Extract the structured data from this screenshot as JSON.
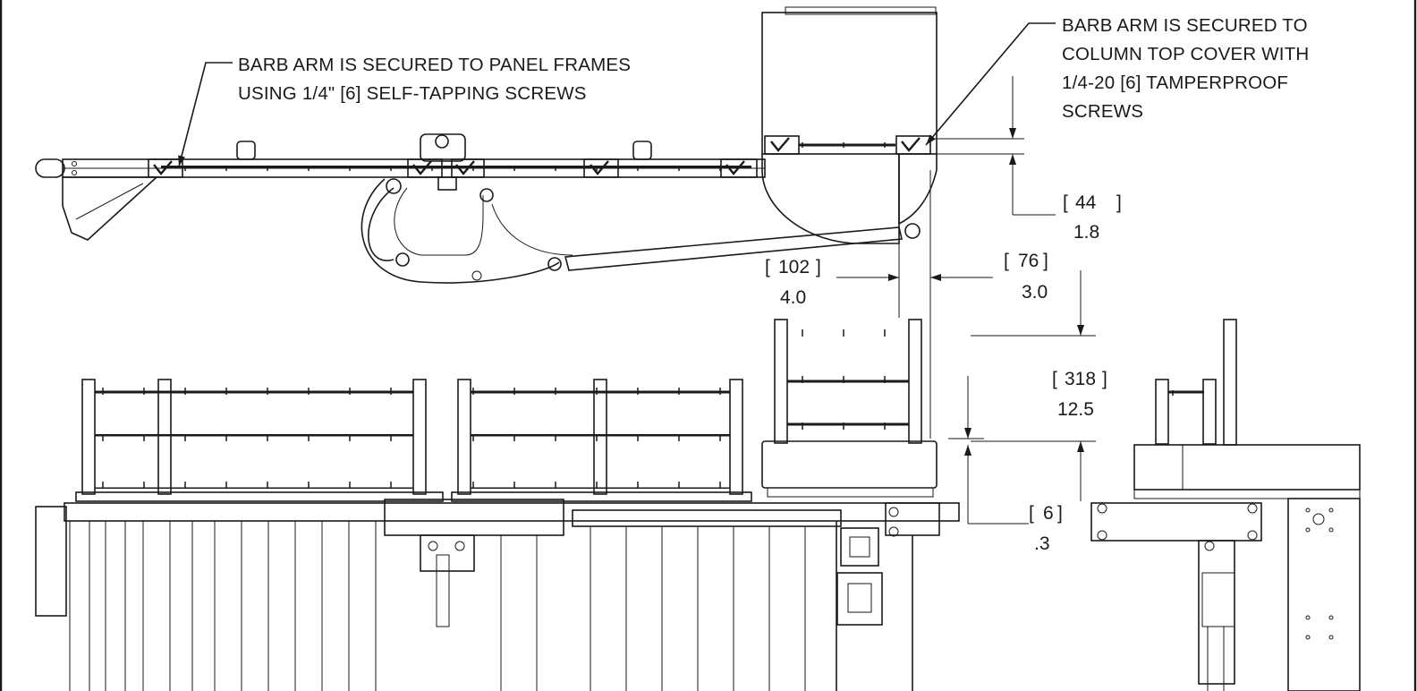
{
  "notes": {
    "panel_frames": [
      "BARB ARM IS SECURED TO PANEL FRAMES",
      "USING 1/4\" [6] SELF-TAPPING SCREWS"
    ],
    "column_top": [
      "BARB ARM IS SECURED TO",
      "COLUMN TOP COVER WITH",
      "1/4-20 [6] TAMPERPROOF",
      "SCREWS"
    ]
  },
  "dimensions": {
    "d44": {
      "mm": "44",
      "in": "1.8"
    },
    "d102": {
      "mm": "102",
      "in": "4.0"
    },
    "d76": {
      "mm": "76",
      "in": "3.0"
    },
    "d318": {
      "mm": "318",
      "in": "12.5"
    },
    "d6": {
      "mm": "6",
      "in": ".3"
    }
  },
  "colors": {
    "line": "#1a1a1a",
    "background": "#ffffff"
  }
}
